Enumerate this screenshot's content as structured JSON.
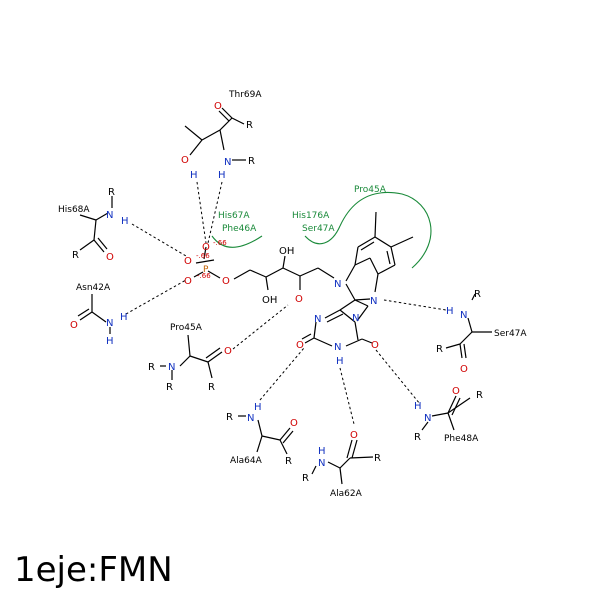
{
  "caption": "1eje:FMN",
  "residues": {
    "thr69": "Thr69A",
    "his68": "His68A",
    "asn42": "Asn42A",
    "pro45a": "Pro45A",
    "pro45b": "Pro45A",
    "ser47": "Ser47A",
    "phe48": "Phe48A",
    "ala64": "Ala64A",
    "ala62": "Ala62A"
  },
  "hydrophobic": {
    "his67": "His67A",
    "phe46": "Phe46A",
    "his176": "His176A",
    "ser47": "Ser47A",
    "pro45": "Pro45A"
  },
  "atoms": {
    "O": "O",
    "N": "N",
    "H": "H",
    "R": "R",
    "P": "P",
    "OH": "OH",
    "charge": "-.66"
  },
  "colors": {
    "oxygen": "#d00000",
    "nitrogen": "#1030c0",
    "hydrophobic": "#1a8a3a",
    "phosphorus": "#c06000"
  }
}
